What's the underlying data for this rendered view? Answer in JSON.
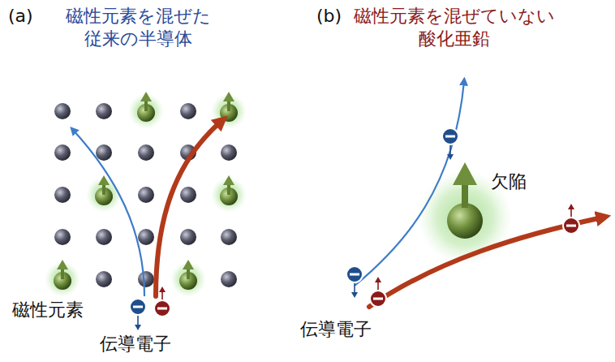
{
  "diagram": {
    "labels": [
      "(a)",
      "磁性元素を混ぜた 従来の半導体",
      "(b)",
      "磁性元素を混ぜていない 酸化亜鉛",
      "欠陥",
      "磁性元素",
      "伝導電子",
      "伝導電子"
    ]
  }
}
